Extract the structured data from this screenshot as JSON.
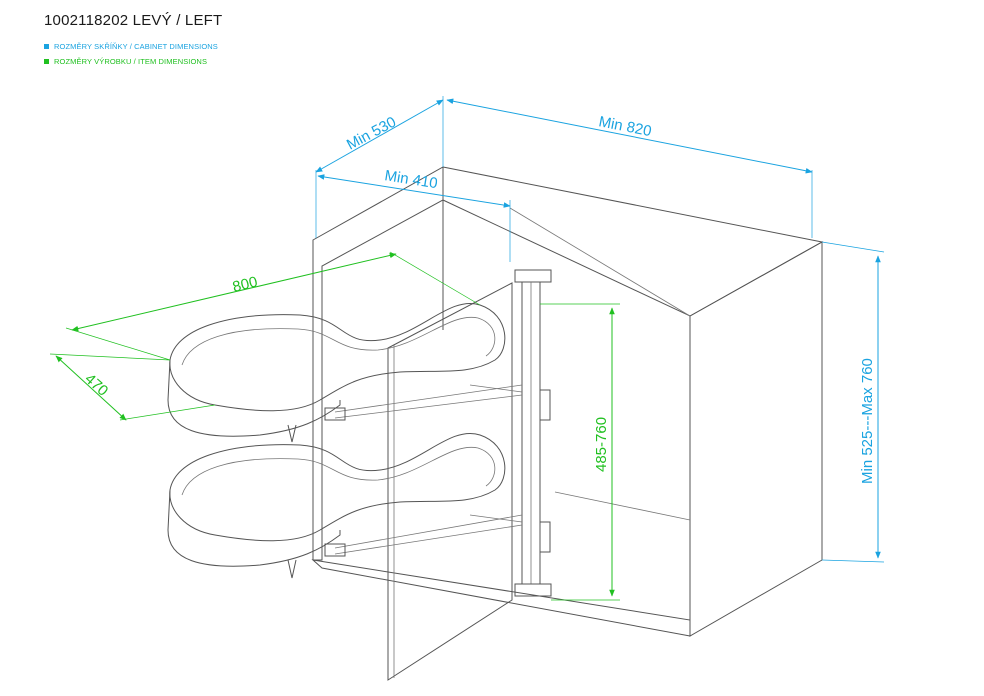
{
  "title": "1002118202 LEVÝ / LEFT",
  "legend": [
    {
      "label": "ROZMĚRY SKŘÍŇKY / CABINET DIMENSIONS",
      "color": "#1aa3e0"
    },
    {
      "label": "ROZMĚRY VÝROBKU / ITEM DIMENSIONS",
      "color": "#20c020"
    }
  ],
  "colors": {
    "cabinet": "#1aa3e0",
    "item": "#20c020",
    "outline": "#555555"
  },
  "dimensions": {
    "cabinet_depth": "Min 530",
    "cabinet_width": "Min 820",
    "door_opening": "Min 410",
    "cabinet_height": "Min 525---Max 760",
    "item_width": "800",
    "item_depth": "470",
    "item_height_range": "485-760"
  }
}
